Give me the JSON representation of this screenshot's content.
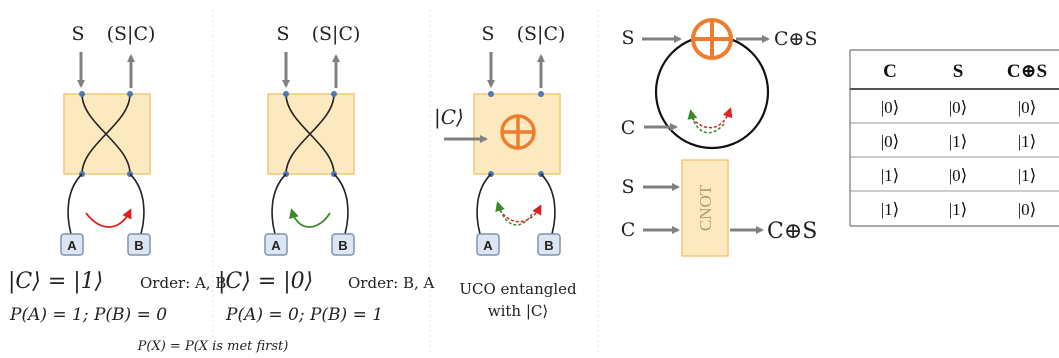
{
  "panels": [
    {
      "in_label": "S",
      "out_label": "(S|C)",
      "box_a": "A",
      "box_b": "B",
      "state": "|C⟩ = |1⟩",
      "order": "Order: A, B",
      "prob": "P(A) = 1;  P(B) = 0",
      "curve_color": "#e02020"
    },
    {
      "in_label": "S",
      "out_label": "(S|C)",
      "box_a": "A",
      "box_b": "B",
      "state": "|C⟩ = |0⟩",
      "order": "Order: B, A",
      "prob": "P(A) = 0;  P(B) = 1",
      "curve_color": "#3a8a2a"
    },
    {
      "in_label": "S",
      "out_label": "(S|C)",
      "control_label": "|C⟩",
      "box_a": "A",
      "box_b": "B",
      "caption_line1": "UCO entangled",
      "caption_line2": "with |C⟩"
    }
  ],
  "footnote": "P(X) = P(X is met first)",
  "loop": {
    "s_label": "S",
    "c_label": "C",
    "out_label": "C⊕S"
  },
  "cnot": {
    "s_label": "S",
    "c_label": "C",
    "gate_label": "CNOT",
    "out_label": "C⊕S"
  },
  "truth_table": {
    "headers": [
      "C",
      "S",
      "C⊕S"
    ],
    "rows": [
      [
        "|0⟩",
        "|0⟩",
        "|0⟩"
      ],
      [
        "|0⟩",
        "|1⟩",
        "|1⟩"
      ],
      [
        "|1⟩",
        "|0⟩",
        "|1⟩"
      ],
      [
        "|1⟩",
        "|1⟩",
        "|0⟩"
      ]
    ]
  },
  "colors": {
    "box_fill": "#fde9c0",
    "box_stroke": "#f2c875",
    "xor": "#ee7d2d",
    "arrow": "#808080",
    "dot": "#4a78b8",
    "node_box_fill": "#dbe6f2",
    "node_box_stroke": "#7f93ae",
    "red": "#e02020",
    "green": "#3a8a2a"
  }
}
